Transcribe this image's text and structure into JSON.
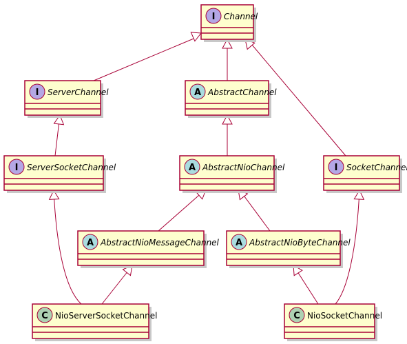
{
  "diagram": {
    "type": "uml-class-diagram",
    "colors": {
      "box_fill": "#FEFECE",
      "border": "#A80036",
      "interface_badge": "#B4A7E5",
      "abstract_badge": "#A9DCDF",
      "class_badge": "#ADD1B2"
    },
    "nodes": [
      {
        "id": "channel",
        "name": "Channel",
        "kind": "interface",
        "stereotype": "I"
      },
      {
        "id": "server-channel",
        "name": "ServerChannel",
        "kind": "interface",
        "stereotype": "I"
      },
      {
        "id": "abstract-channel",
        "name": "AbstractChannel",
        "kind": "abstract",
        "stereotype": "A"
      },
      {
        "id": "server-socket-channel",
        "name": "ServerSocketChannel",
        "kind": "interface",
        "stereotype": "I"
      },
      {
        "id": "abstract-nio-channel",
        "name": "AbstractNioChannel",
        "kind": "abstract",
        "stereotype": "A"
      },
      {
        "id": "socket-channel",
        "name": "SocketChannel",
        "kind": "interface",
        "stereotype": "I"
      },
      {
        "id": "abstract-nio-message-channel",
        "name": "AbstractNioMessageChannel",
        "kind": "abstract",
        "stereotype": "A"
      },
      {
        "id": "abstract-nio-byte-channel",
        "name": "AbstractNioByteChannel",
        "kind": "abstract",
        "stereotype": "A"
      },
      {
        "id": "nio-server-socket-channel",
        "name": "NioServerSocketChannel",
        "kind": "class",
        "stereotype": "C"
      },
      {
        "id": "nio-socket-channel",
        "name": "NioSocketChannel",
        "kind": "class",
        "stereotype": "C"
      }
    ],
    "edges": [
      {
        "from": "server-channel",
        "to": "channel",
        "relation": "inheritance"
      },
      {
        "from": "abstract-channel",
        "to": "channel",
        "relation": "inheritance"
      },
      {
        "from": "socket-channel",
        "to": "channel",
        "relation": "inheritance"
      },
      {
        "from": "server-socket-channel",
        "to": "server-channel",
        "relation": "inheritance"
      },
      {
        "from": "abstract-nio-channel",
        "to": "abstract-channel",
        "relation": "inheritance"
      },
      {
        "from": "abstract-nio-message-channel",
        "to": "abstract-nio-channel",
        "relation": "inheritance"
      },
      {
        "from": "abstract-nio-byte-channel",
        "to": "abstract-nio-channel",
        "relation": "inheritance"
      },
      {
        "from": "nio-server-socket-channel",
        "to": "server-socket-channel",
        "relation": "inheritance"
      },
      {
        "from": "nio-server-socket-channel",
        "to": "abstract-nio-message-channel",
        "relation": "inheritance"
      },
      {
        "from": "nio-socket-channel",
        "to": "abstract-nio-byte-channel",
        "relation": "inheritance"
      },
      {
        "from": "nio-socket-channel",
        "to": "socket-channel",
        "relation": "inheritance"
      }
    ]
  }
}
